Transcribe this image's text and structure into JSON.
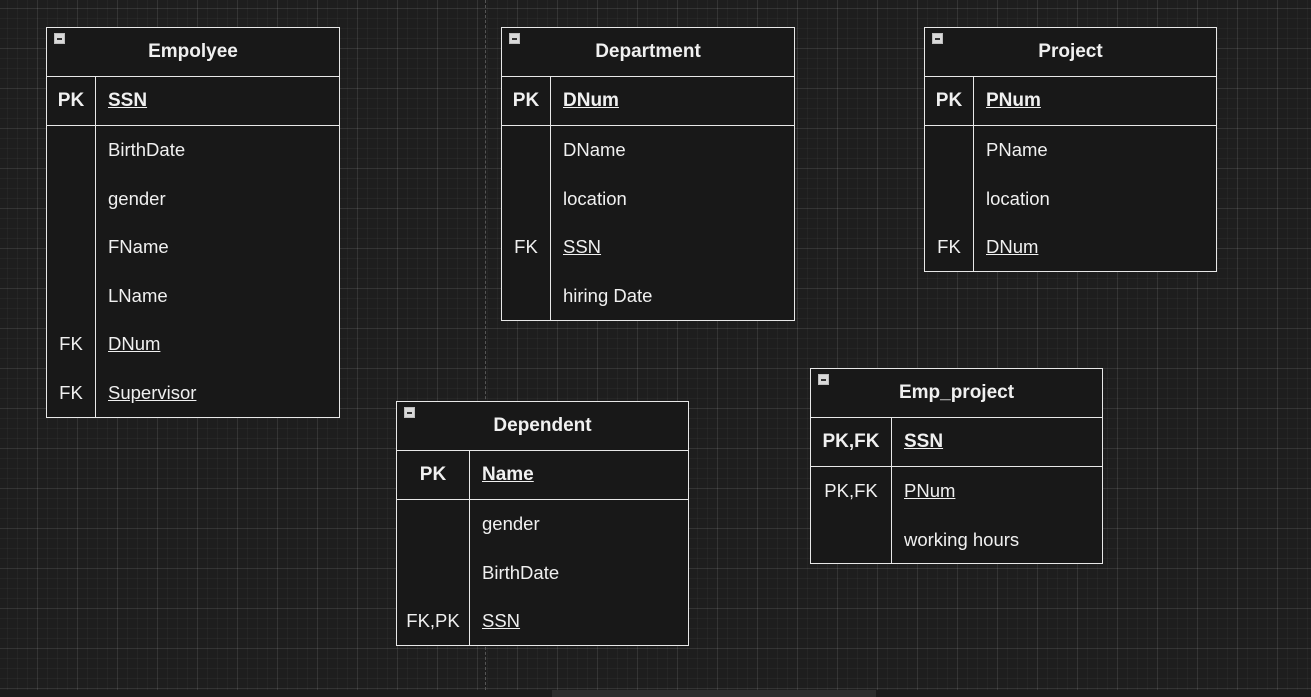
{
  "entities": {
    "employee": {
      "title": "Empolyee",
      "pk": {
        "key": "PK",
        "name": "SSN"
      },
      "rows": [
        {
          "key": "",
          "name": "BirthDate"
        },
        {
          "key": "",
          "name": "gender"
        },
        {
          "key": "",
          "name": "FName"
        },
        {
          "key": "",
          "name": "LName"
        },
        {
          "key": "FK",
          "name": "DNum"
        },
        {
          "key": "FK",
          "name": "Supervisor"
        }
      ]
    },
    "department": {
      "title": "Department",
      "pk": {
        "key": "PK",
        "name": "DNum"
      },
      "rows": [
        {
          "key": "",
          "name": "DName"
        },
        {
          "key": "",
          "name": "location"
        },
        {
          "key": "FK",
          "name": "SSN"
        },
        {
          "key": "",
          "name": "hiring Date"
        }
      ]
    },
    "project": {
      "title": "Project",
      "pk": {
        "key": "PK",
        "name": "PNum"
      },
      "rows": [
        {
          "key": "",
          "name": "PName"
        },
        {
          "key": "",
          "name": "location"
        },
        {
          "key": "FK",
          "name": "DNum"
        }
      ]
    },
    "dependent": {
      "title": "Dependent",
      "pk": {
        "key": "PK",
        "name": "Name"
      },
      "rows": [
        {
          "key": "",
          "name": "gender"
        },
        {
          "key": "",
          "name": "BirthDate"
        },
        {
          "key": "FK,PK",
          "name": "SSN"
        }
      ]
    },
    "emp_project": {
      "title": "Emp_project",
      "pk": {
        "key": "PK,FK",
        "name": "SSN"
      },
      "rows": [
        {
          "key": "PK,FK",
          "name": "PNum"
        },
        {
          "key": "",
          "name": "working hours"
        }
      ]
    }
  },
  "icons": {
    "collapse": "collapse-minus-icon"
  },
  "colors": {
    "background": "#1e1e1e",
    "border": "#e8e8e8",
    "text": "#f0f0f0"
  }
}
